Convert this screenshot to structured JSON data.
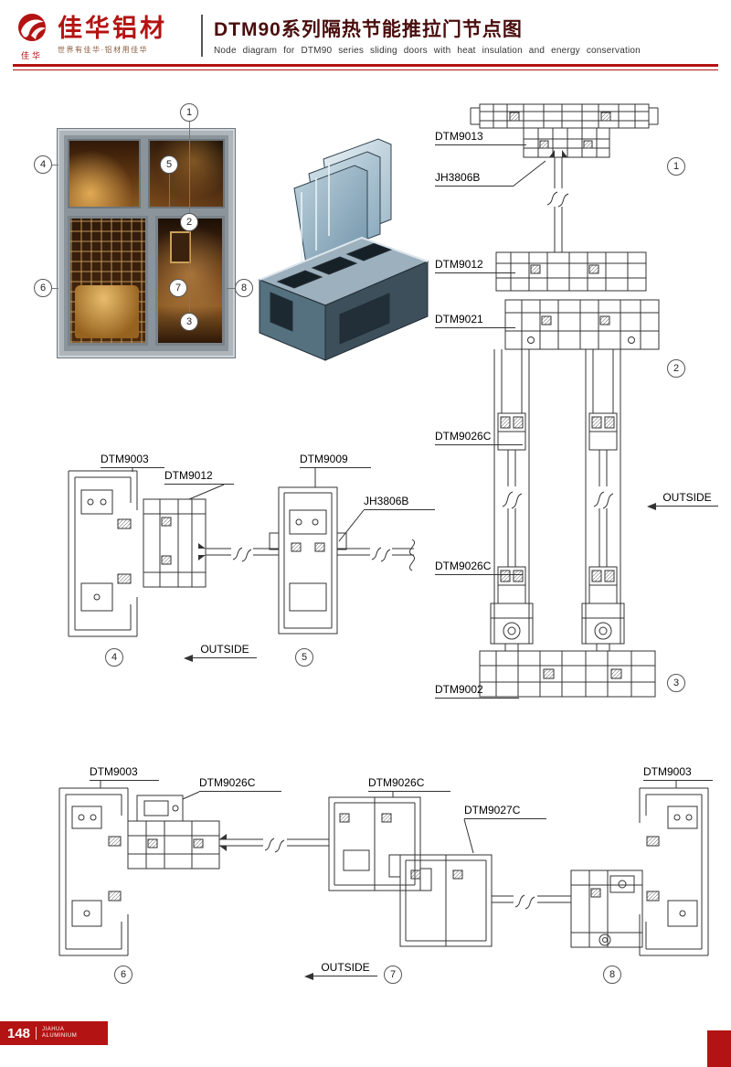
{
  "header": {
    "logo": {
      "hanzi": "佳华",
      "brand_name": "佳华铝材",
      "slogan": "世界有佳华·铝材用佳华"
    },
    "title_zh": "DTM90系列隔热节能推拉门节点图",
    "title_en": "Node diagram for DTM90 series sliding doors with heat insulation and energy conservation"
  },
  "overview": {
    "photo_callouts": [
      "1",
      "2",
      "3",
      "4",
      "5",
      "6",
      "7",
      "8"
    ]
  },
  "vertical_section": {
    "labels": [
      "DTM9013",
      "JH3806B",
      "DTM9012",
      "DTM9021",
      "DTM9026C",
      "DTM9026C",
      "DTM9002"
    ],
    "outside": "OUTSIDE",
    "callouts": [
      "1",
      "2",
      "3"
    ]
  },
  "plan_section_mid": {
    "labels": [
      "DTM9003",
      "DTM9012",
      "DTM9009",
      "JH3806B"
    ],
    "outside": "OUTSIDE",
    "callouts": [
      "4",
      "5"
    ]
  },
  "plan_section_bottom": {
    "labels": [
      "DTM9003",
      "DTM9026C",
      "DTM9026C",
      "DTM9027C",
      "DTM9003"
    ],
    "outside": "OUTSIDE",
    "callouts": [
      "6",
      "7",
      "8"
    ]
  },
  "footer": {
    "page_number": "148",
    "brand_line1": "JIAHUA",
    "brand_line2": "ALUMINIUM"
  },
  "colors": {
    "accent_red": "#b31312",
    "title_red": "#4a0d0d",
    "line_dark": "#333333"
  }
}
